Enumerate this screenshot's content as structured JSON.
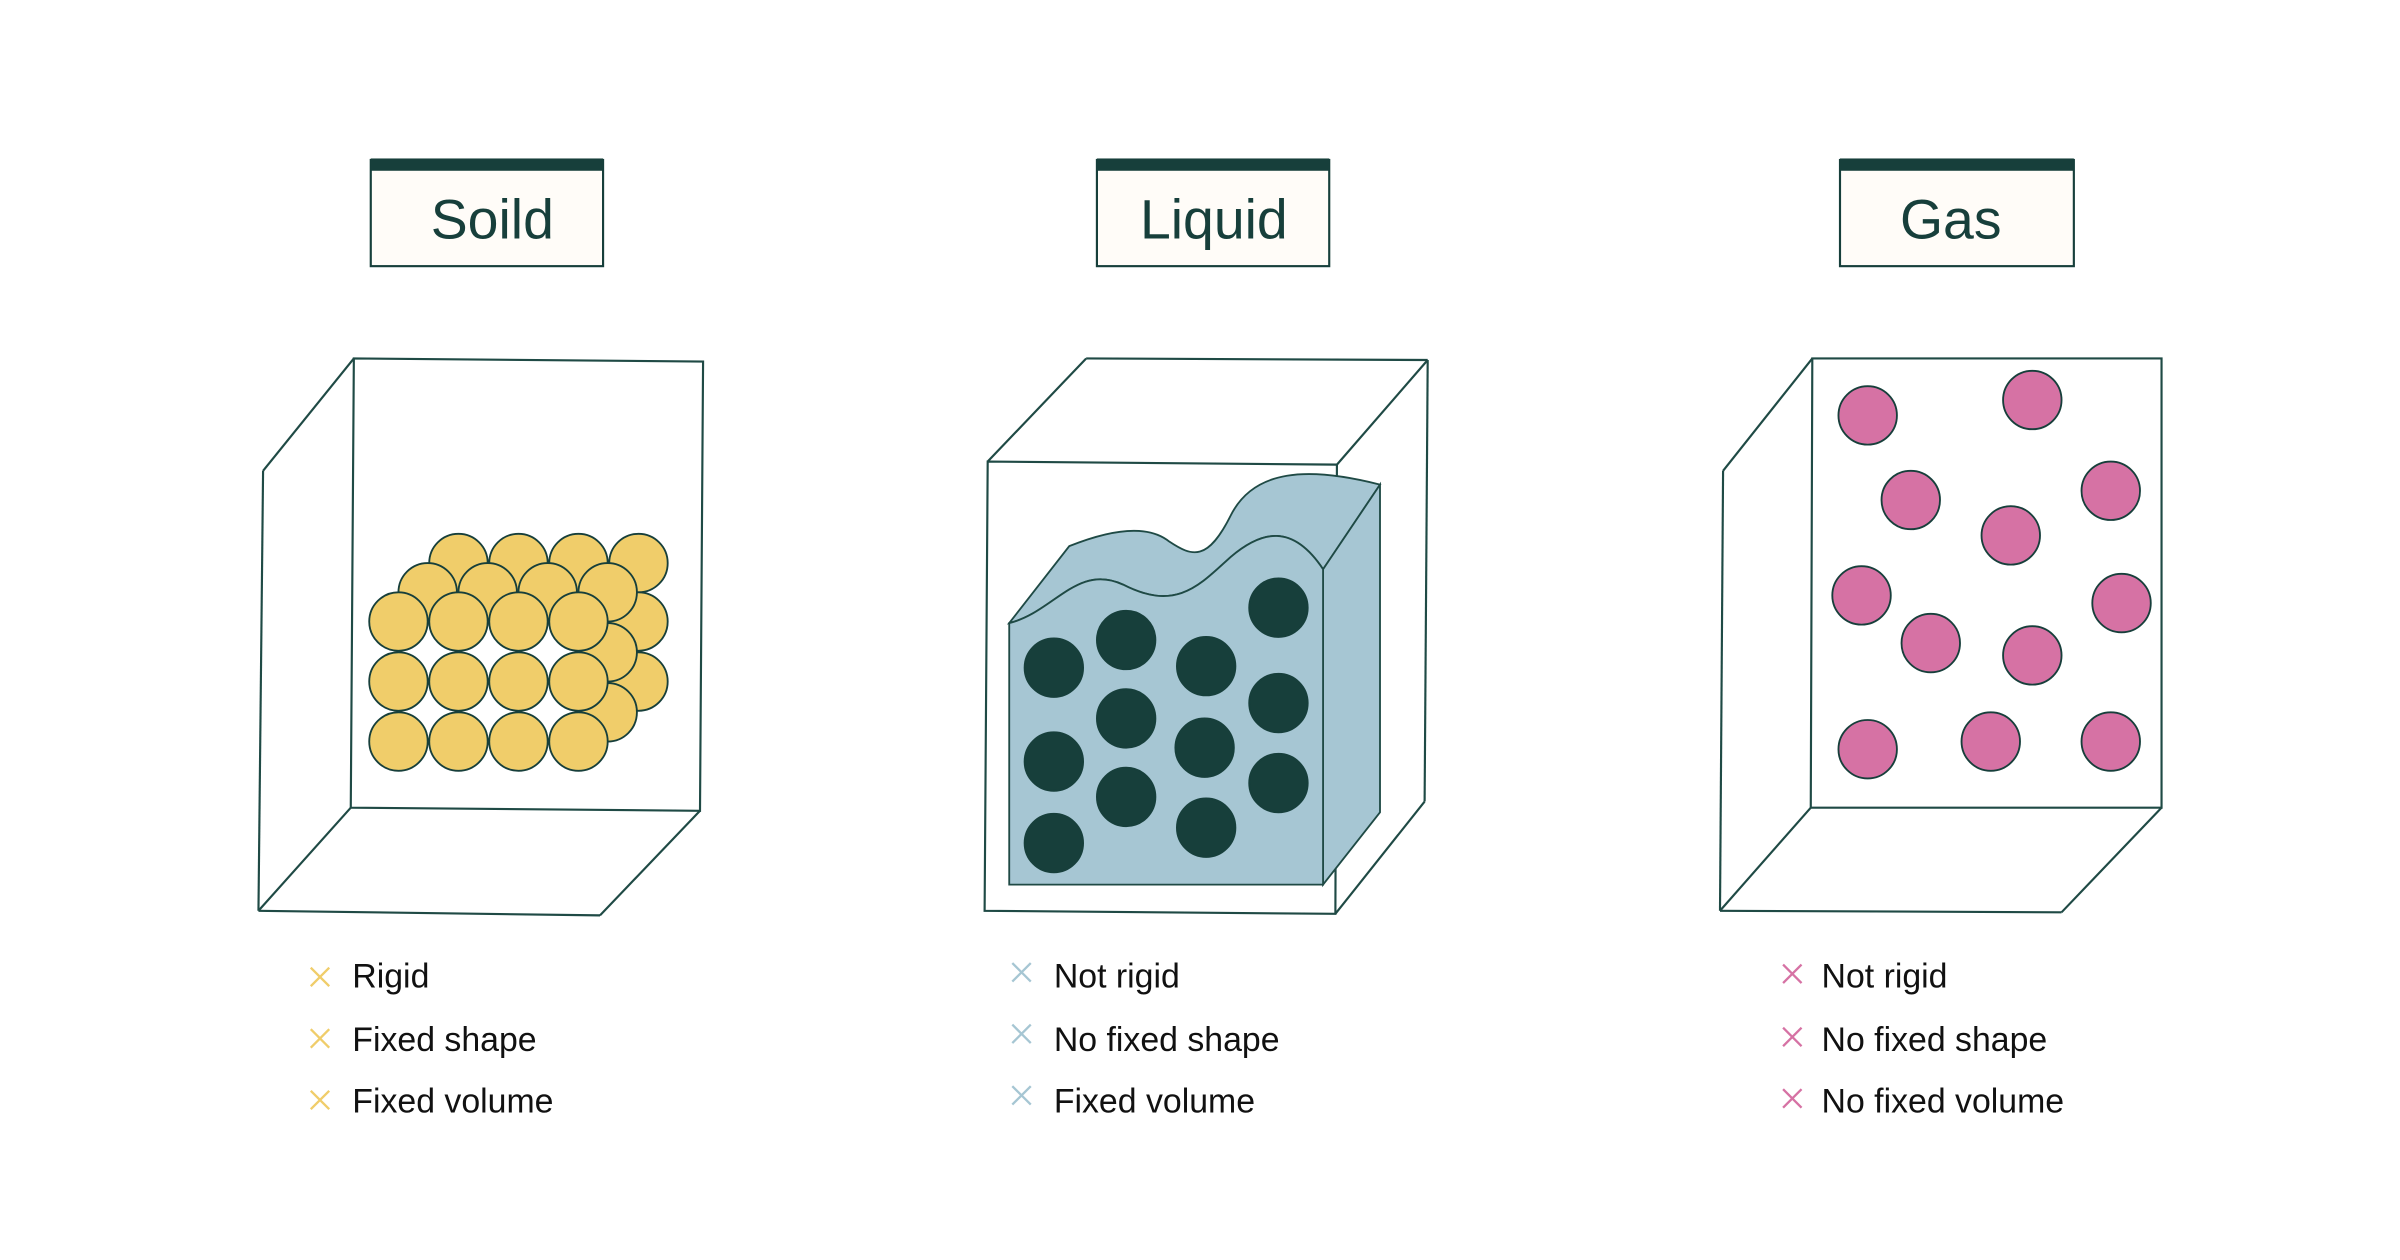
{
  "colors": {
    "dark": "#173f3b",
    "solid_particle": "#f0cd6a",
    "liquid_fill": "#a6c6d3",
    "gas_particle": "#d672a4",
    "title_box_bg": "#fffcf8"
  },
  "states": [
    {
      "title": "Soild",
      "marker_icon": "cross-icon",
      "marker_color": "#f0cd6a",
      "properties": [
        "Rigid",
        "Fixed shape",
        "Fixed volume"
      ]
    },
    {
      "title": "Liquid",
      "marker_icon": "cross-icon",
      "marker_color": "#a6c6d3",
      "properties": [
        "Not rigid",
        "No fixed shape",
        "Fixed volume"
      ]
    },
    {
      "title": "Gas",
      "marker_icon": "cross-icon",
      "marker_color": "#d672a4",
      "properties": [
        "Not rigid",
        "No fixed shape",
        "No fixed volume"
      ]
    }
  ]
}
